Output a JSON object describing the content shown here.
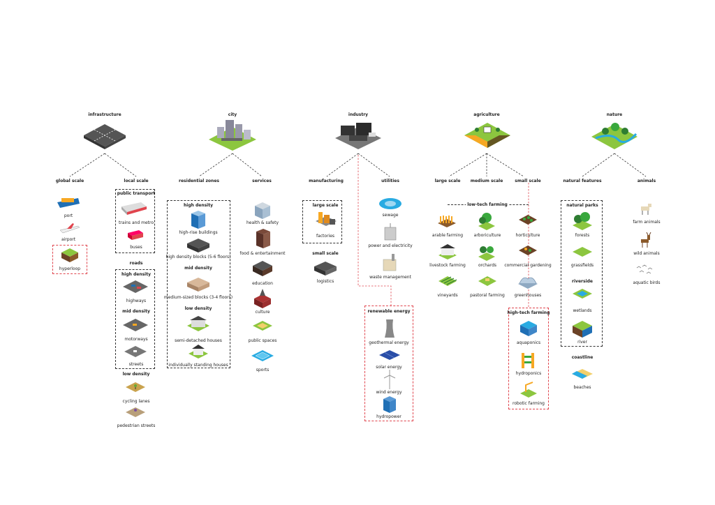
{
  "categories": {
    "infrastructure": "infrastructure",
    "city": "city",
    "industry": "industry",
    "agriculture": "agriculture",
    "nature": "nature"
  },
  "infrastructure": {
    "global_scale": "global scale",
    "local_scale": "local scale",
    "port": "port",
    "airport": "airport",
    "hyperloop": "hyperloop",
    "public_transport": "public transport",
    "trains_and_metro": "trains and metro",
    "buses": "buses",
    "roads": "roads",
    "high_density": "high density",
    "highways": "highways",
    "mid_density": "mid density",
    "motorways": "motorways",
    "streets": "streets",
    "low_density": "low density",
    "cycling_lanes": "cycling lanes",
    "pedestrian_streets": "pedestrian streets"
  },
  "city": {
    "residential_zones": "residential zones",
    "services": "services",
    "high_density": "high density",
    "high_rise_buildings": "high-rise buildings",
    "high_density_blocks": "high density blocks (5-6 floors)",
    "mid_density": "mid density",
    "medium_sized_blocks": "medium-sized blocks (3-4 floors)",
    "low_density": "low density",
    "semi_detached_houses": "semi-detached houses",
    "individually_standing_houses": "individually standing houses",
    "health_safety": "health & safety",
    "food_entertainment": "food & entertainment",
    "education": "education",
    "culture": "culture",
    "public_spaces": "public spaces",
    "sports": "sports"
  },
  "industry": {
    "manufacturing": "manufacturing",
    "utilities": "utilities",
    "large_scale": "large scale",
    "factories": "factories",
    "small_scale": "small scale",
    "logistics": "logistics",
    "sewage": "sewage",
    "power_and_electricity": "power and electricity",
    "waste_management": "waste management",
    "renewable_energy": "renewable energy",
    "geothermal_energy": "geothermal energy",
    "solar_energy": "solar energy",
    "wind_energy": "wind energy",
    "hydropower": "hydropower"
  },
  "agriculture": {
    "large_scale": "large scale",
    "medium_scale": "medium scale",
    "small_scale": "small scale",
    "low_tech_farming": "low-tech farming",
    "arable_farming": "arable farming",
    "arboriculture": "arboriculture",
    "horticulture": "horticulture",
    "livestock_farming": "livestock farming",
    "orchards": "orchards",
    "commercial_gardening": "commercial gardening",
    "vineyards": "vineyards",
    "pastoral_farming": "pastoral farming",
    "greenhouses": "greenhouses",
    "high_tech_farming": "high-tech farming",
    "aquaponics": "aquaponics",
    "hydroponics": "hydroponics",
    "robotic_farming": "robotic farming"
  },
  "nature": {
    "natural_features": "natural features",
    "animals": "animals",
    "natural_parks": "natural parks",
    "forests": "forests",
    "grassfields": "grassfields",
    "riverside": "riverside",
    "wetlands": "wetlands",
    "river": "river",
    "coastline": "coastline",
    "beaches": "beaches",
    "farm_animals": "farm animals",
    "wild_animals": "wild animals",
    "aquatic_birds": "aquatic birds"
  },
  "colors": {
    "dashed_line": "#333333",
    "highlight": "#e0444d",
    "grass": "#8cc63f",
    "water": "#29abe2"
  }
}
